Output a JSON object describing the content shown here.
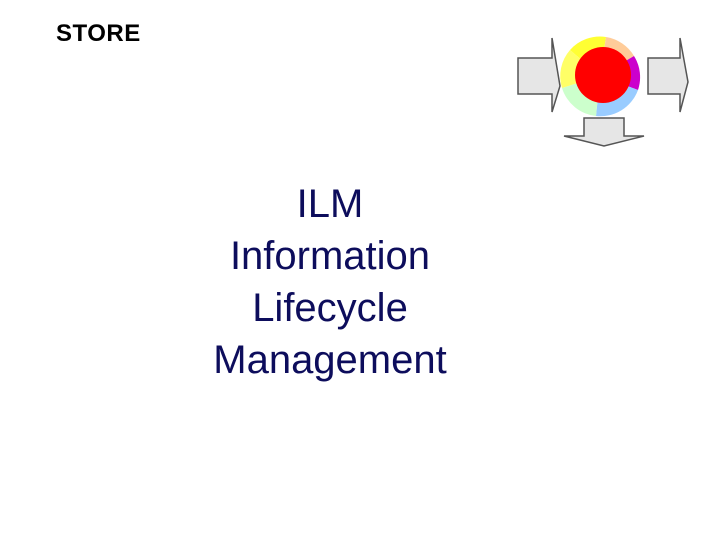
{
  "header": {
    "label": "STORE"
  },
  "logo": {
    "icon": "lifecycle-cycle-icon"
  },
  "title": {
    "lines": [
      "ILM",
      "Information",
      "Lifecycle",
      "Management"
    ]
  },
  "colors": {
    "title": "#0d0d5c",
    "label": "#000000",
    "cycle_center": "#ff0000",
    "cycle_segments": [
      "#ffff33",
      "#ffcc99",
      "#cc00cc",
      "#99ccff",
      "#ccffcc"
    ],
    "arrow_fill": "#e6e6e6"
  }
}
